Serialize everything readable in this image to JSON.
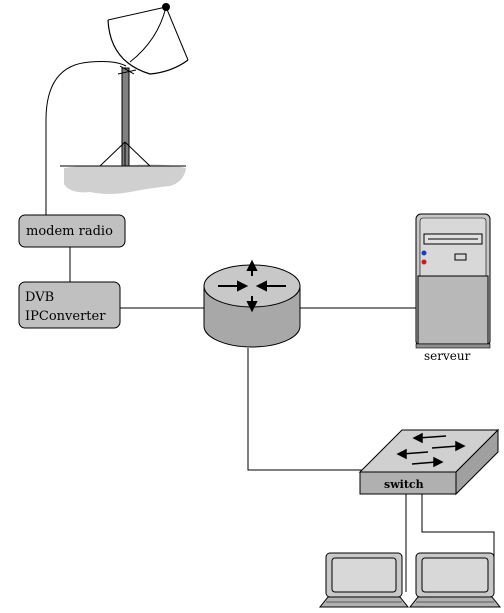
{
  "labels": {
    "modem": "modem radio",
    "dvb_line1": "DVB",
    "dvb_line2": "IPConverter",
    "server": "serveur",
    "switch": "switch"
  },
  "colors": {
    "box_fill": "#c0c0c0",
    "router_top": "#c8c8c8",
    "router_side": "#a8a8a8",
    "ground": "#d0d0d0",
    "mast": "#808080",
    "line": "#000000"
  }
}
